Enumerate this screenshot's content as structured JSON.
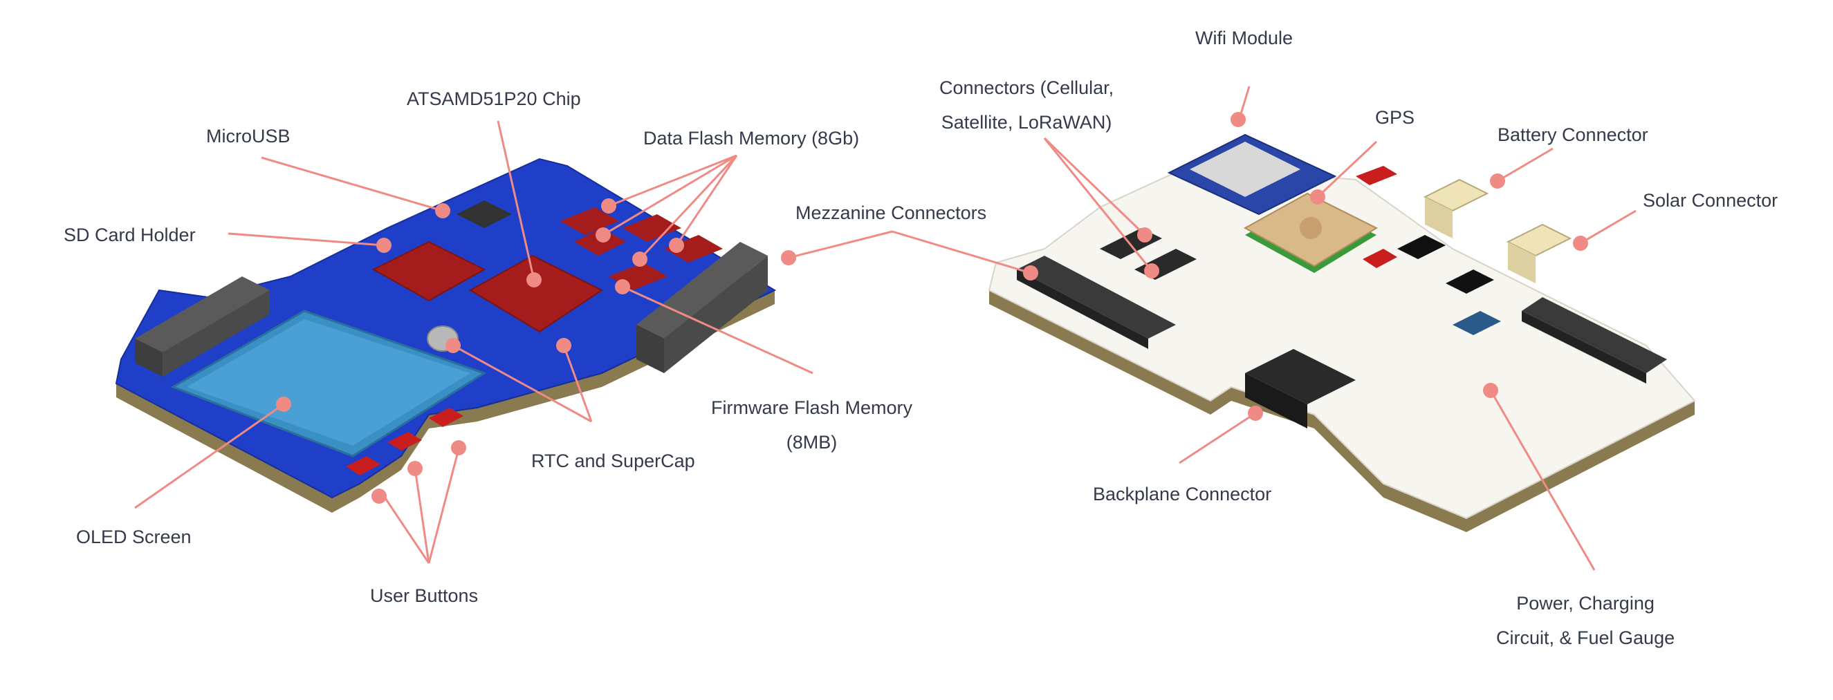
{
  "labels": {
    "microusb": "MicroUSB",
    "sd_card_holder": "SD Card Holder",
    "chip": "ATSAMD51P20 Chip",
    "data_flash": "Data Flash Memory (8Gb)",
    "mezzanine": "Mezzanine Connectors",
    "firmware_flash_1": "Firmware Flash Memory",
    "firmware_flash_2": "(8MB)",
    "rtc": "RTC and SuperCap",
    "oled": "OLED Screen",
    "user_buttons": "User Buttons",
    "wifi": "Wifi Module",
    "connectors_1": "Connectors (Cellular,",
    "connectors_2": "Satellite, LoRaWAN)",
    "gps": "GPS",
    "battery": "Battery Connector",
    "solar": "Solar Connector",
    "backplane": "Backplane Connector",
    "power_1": "Power, Charging",
    "power_2": "Circuit, & Fuel Gauge"
  },
  "colors": {
    "label_text": "#333a4a",
    "callout": "#f08a84",
    "board_left": "#1f3fc8",
    "board_right": "#f7f5f0",
    "chip_red": "#a51c1c",
    "screen_blue": "#3a8fc4",
    "header_gray": "#4a4a4a"
  }
}
